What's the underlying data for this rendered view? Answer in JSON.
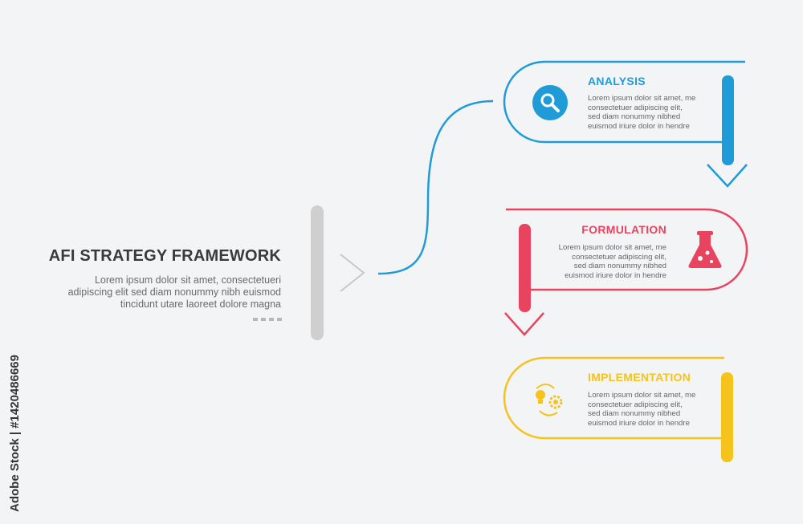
{
  "title": "AFI STRATEGY FRAMEWORK",
  "subtitle": "Lorem ipsum dolor sit amet, consectetueri adipiscing elit sed diam nonummy nibh euismod tincidunt utare laoreet dolore magna",
  "stages": [
    {
      "heading": "ANALYSIS",
      "body": "Lorem ipsum dolor sit amet, me\nconsectetuer adipiscing elit,\nsed diam nonummy nibhed\neuismod  iriure dolor in hendre",
      "color": "#1f9bd7",
      "icon": "magnifier-icon"
    },
    {
      "heading": "FORMULATION",
      "body": "Lorem ipsum dolor sit amet, me\nconsectetuer adipiscing elit,\nsed diam nonummy nibhed\neuismod  iriure dolor in hendre",
      "color": "#e8445f",
      "icon": "flask-icon"
    },
    {
      "heading": "IMPLEMENTATION",
      "body": "Lorem ipsum dolor sit amet, me\nconsectetuer adipiscing elit,\nsed diam nonummy nibhed\neuismod  iriure dolor in hendre",
      "color": "#f6c21c",
      "icon": "idea-gear-cycle-icon"
    }
  ],
  "watermark": "Adobe Stock | #1420486669"
}
